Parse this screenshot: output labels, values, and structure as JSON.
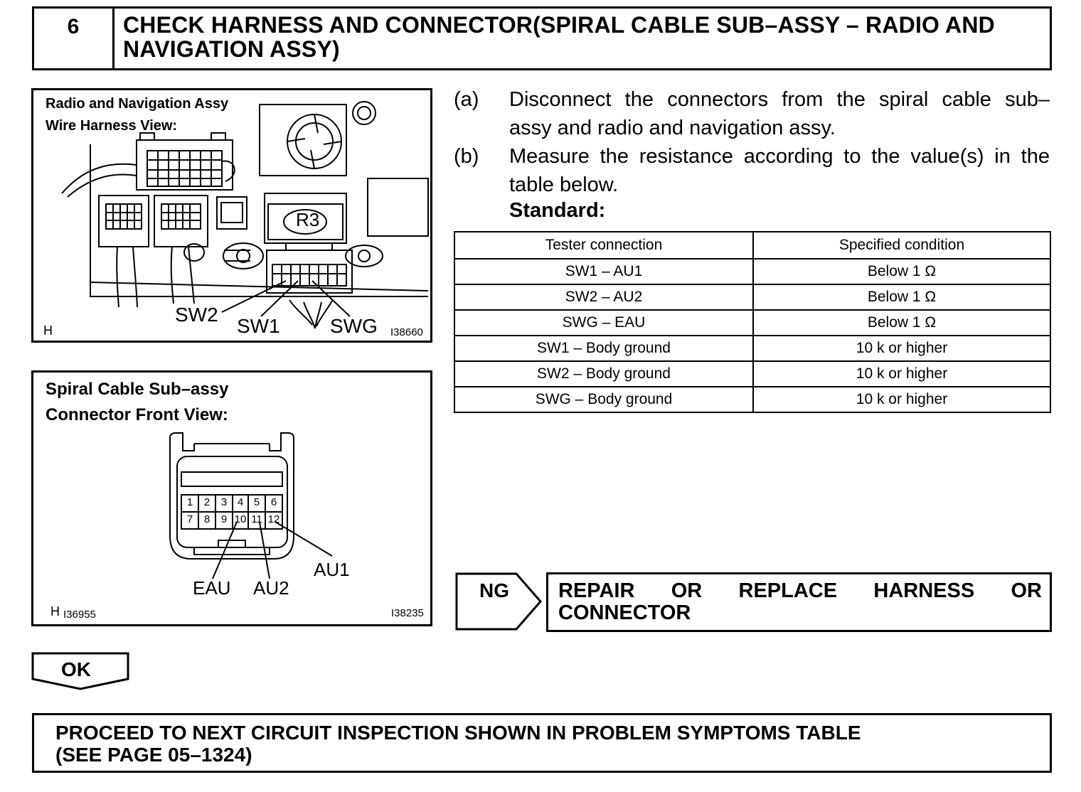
{
  "step": {
    "number": "6",
    "title_line1": "CHECK HARNESS AND CONNECTOR(SPIRAL CABLE SUB–ASSY – RADIO AND",
    "title_line2": "NAVIGATION ASSY)"
  },
  "figure1": {
    "caption_line1": "Radio and Navigation Assy",
    "caption_line2": "Wire Harness View:",
    "connector_label": "R3",
    "labels": [
      "SW2",
      "SW1",
      "SWG"
    ],
    "corner_letter": "H",
    "figure_id": "I38660"
  },
  "figure2": {
    "caption_line1": "Spiral Cable Sub–assy",
    "caption_line2": "Connector Front View:",
    "pins_row1": [
      "1",
      "2",
      "3",
      "4",
      "5",
      "6"
    ],
    "pins_row2": [
      "7",
      "8",
      "9",
      "10",
      "11",
      "12"
    ],
    "labels": [
      "AU1",
      "EAU",
      "AU2"
    ],
    "corner_letter": "H",
    "left_id": "I36955",
    "figure_id": "I38235"
  },
  "instructions": [
    {
      "letter": "(a)",
      "line1": "Disconnect the connectors from the spiral cable sub–",
      "line2": "assy and radio and navigation assy."
    },
    {
      "letter": "(b)",
      "line1": "Measure the resistance according to the value(s) in the",
      "line2": "table below."
    }
  ],
  "standard_label": "Standard:",
  "table": {
    "headers": [
      "Tester connection",
      "Specified condition"
    ],
    "rows": [
      [
        "SW1 – AU1",
        "Below 1 Ω"
      ],
      [
        "SW2 – AU2",
        "Below 1 Ω"
      ],
      [
        "SWG – EAU",
        "Below 1 Ω"
      ],
      [
        "SW1 – Body ground",
        "10 k or higher"
      ],
      [
        "SW2 – Body ground",
        "10 k or higher"
      ],
      [
        "SWG – Body ground",
        "10 k or higher"
      ]
    ]
  },
  "ng": {
    "label": "NG",
    "action_line1": "REPAIR OR REPLACE HARNESS OR",
    "action_line2": "CONNECTOR"
  },
  "ok": {
    "label": "OK",
    "action_line1": "PROCEED TO NEXT CIRCUIT INSPECTION SHOWN IN PROBLEM SYMPTOMS TABLE",
    "action_line2": "(SEE PAGE 05–1324)"
  }
}
